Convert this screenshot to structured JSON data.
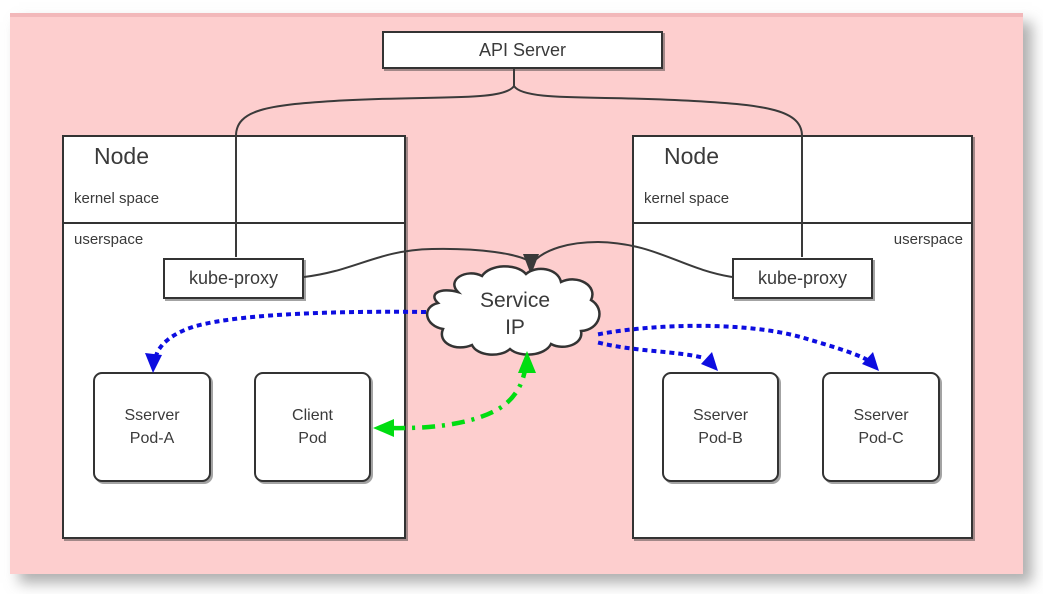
{
  "api_server": {
    "label": "API Server"
  },
  "service_cloud": {
    "line1": "Service",
    "line2": "IP"
  },
  "nodes": [
    {
      "title": "Node",
      "kernel_space_label": "kernel space",
      "userspace_label": "userspace",
      "kube_proxy_label": "kube-proxy",
      "pods": [
        {
          "line1": "Sserver",
          "line2": "Pod-A"
        },
        {
          "line1": "Client",
          "line2": "Pod"
        }
      ]
    },
    {
      "title": "Node",
      "kernel_space_label": "kernel space",
      "userspace_label": "userspace",
      "kube_proxy_label": "kube-proxy",
      "pods": [
        {
          "line1": "Sserver",
          "line2": "Pod-B"
        },
        {
          "line1": "Sserver",
          "line2": "Pod-C"
        }
      ]
    }
  ],
  "colors": {
    "page_background": "#ffffff",
    "panel_pink": "#fdcece",
    "panel_top_edge": "#f2b8ba",
    "line_dark": "#3a3a3a",
    "arrow_blue": "#0d0de0",
    "arrow_green": "#00dd11",
    "box_fill": "#ffffff"
  }
}
